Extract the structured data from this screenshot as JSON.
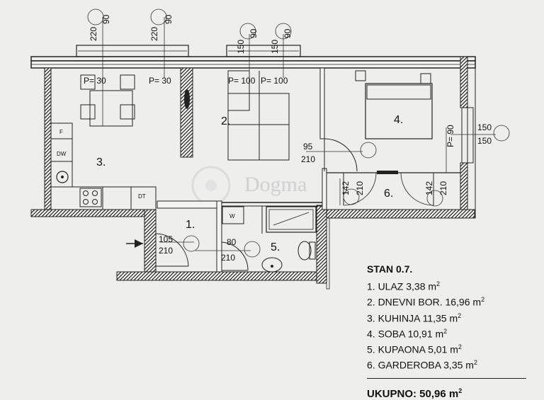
{
  "plan": {
    "watermark": "Dogma",
    "rooms": {
      "ulaz": "1.",
      "dnevni": "2.",
      "kuhinja": "3.",
      "soba": "4.",
      "kupaona": "5.",
      "garderoba": "6."
    },
    "windows": {
      "w1_width": "90",
      "w1_height": "220",
      "w2_width": "90",
      "w2_height": "220",
      "w3_width": "90",
      "w3_height": "150",
      "w4_width": "90",
      "w4_height": "150",
      "w5_top": "150",
      "w5_bottom": "150"
    },
    "radiators": {
      "r1": "P= 30",
      "r2": "P= 30",
      "r3": "P= 100",
      "r4": "P= 100",
      "r5": "P= 90"
    },
    "doors": {
      "d1_width": "95",
      "d1_height": "210",
      "d2_width": "142",
      "d2_height": "210",
      "d3_width": "142",
      "d3_height": "210",
      "d4_width": "105",
      "d4_height": "210",
      "d5_width": "80",
      "d5_height": "210"
    },
    "fixtures": {
      "fridge": "F",
      "dishwasher": "DW",
      "dt": "DT",
      "washer": "W"
    }
  },
  "legend": {
    "title": "STAN 0.7.",
    "items": [
      {
        "label": "1. ULAZ 3,38 m",
        "exp": "2"
      },
      {
        "label": "2. DNEVNI BOR. 16,96 m",
        "exp": "2"
      },
      {
        "label": "3. KUHINJA 11,35 m",
        "exp": "2"
      },
      {
        "label": "4. SOBA 10,91 m",
        "exp": "2"
      },
      {
        "label": "5. KUPAONA 5,01 m",
        "exp": "2"
      },
      {
        "label": "6. GARDEROBA 3,35 m",
        "exp": "2"
      }
    ],
    "total_label": "UKUPNO:  50,96 m",
    "total_exp": "2"
  }
}
